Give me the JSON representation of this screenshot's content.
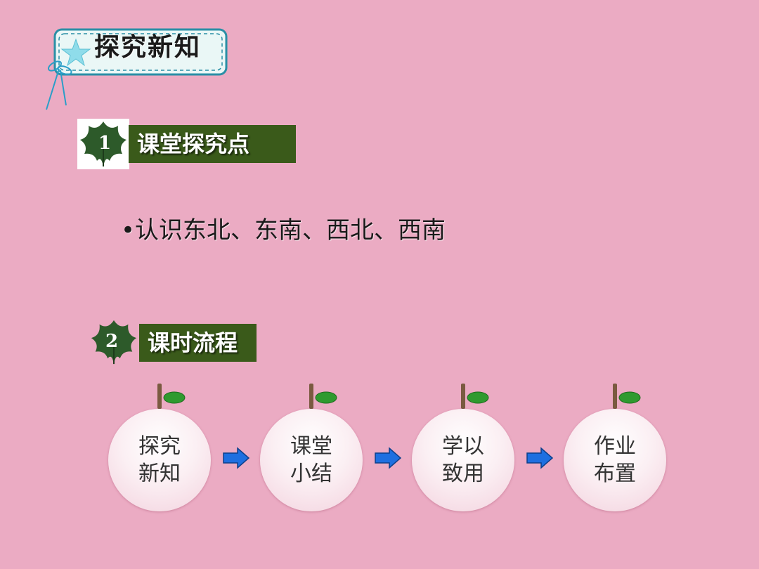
{
  "banner": {
    "title": "探究新知"
  },
  "section1": {
    "number": "1",
    "title": "课堂探究点"
  },
  "bullet": {
    "text": "•认识东北、东南、西北、西南"
  },
  "section2": {
    "number": "2",
    "title": "课时流程"
  },
  "flow": {
    "steps": [
      {
        "line1": "探究",
        "line2": "新知"
      },
      {
        "line1": "课堂",
        "line2": "小结"
      },
      {
        "line1": "学以",
        "line2": "致用"
      },
      {
        "line1": "作业",
        "line2": "布置"
      }
    ]
  },
  "colors": {
    "background": "#ebabc3",
    "section_bar": "#3a5a1a",
    "leaf": "#2d5a2a",
    "arrow": "#1e6fe0",
    "banner_border": "#2a8fa6"
  }
}
